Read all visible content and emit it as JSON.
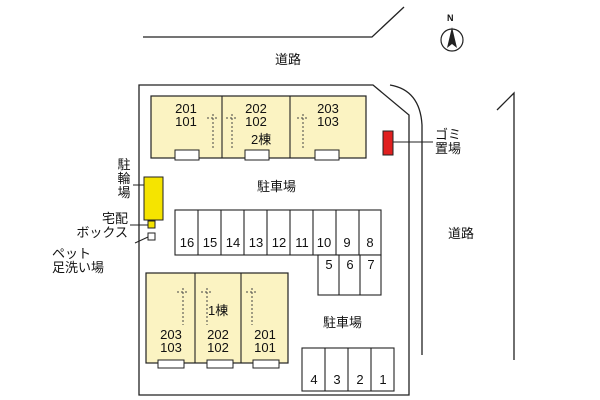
{
  "compass": {
    "label": "N"
  },
  "roads": {
    "north": "道路",
    "east": "道路"
  },
  "building2": {
    "name": "2棟",
    "units": [
      {
        "upper": "201",
        "lower": "101"
      },
      {
        "upper": "202",
        "lower": "102"
      },
      {
        "upper": "203",
        "lower": "103"
      }
    ]
  },
  "building1": {
    "name": "1棟",
    "units": [
      {
        "upper": "203",
        "lower": "103"
      },
      {
        "upper": "202",
        "lower": "102"
      },
      {
        "upper": "201",
        "lower": "101"
      }
    ]
  },
  "facilities": {
    "garbage": "ゴミ\n置場",
    "bicycle": "駐輪場",
    "delivery_box": "宅配\nボックス",
    "pet_wash": "ペット\n足洗い場"
  },
  "parking": {
    "label_upper": "駐車場",
    "label_lower": "駐車場",
    "row_upper": [
      "16",
      "15",
      "14",
      "13",
      "12",
      "11",
      "10",
      "9",
      "8"
    ],
    "row_middle": [
      "5",
      "6",
      "7"
    ],
    "row_lower": [
      "4",
      "3",
      "2",
      "1"
    ]
  },
  "colors": {
    "building_fill": "#fbf3c2",
    "bicycle_fill": "#f5e400",
    "garbage_fill": "#e02020"
  }
}
